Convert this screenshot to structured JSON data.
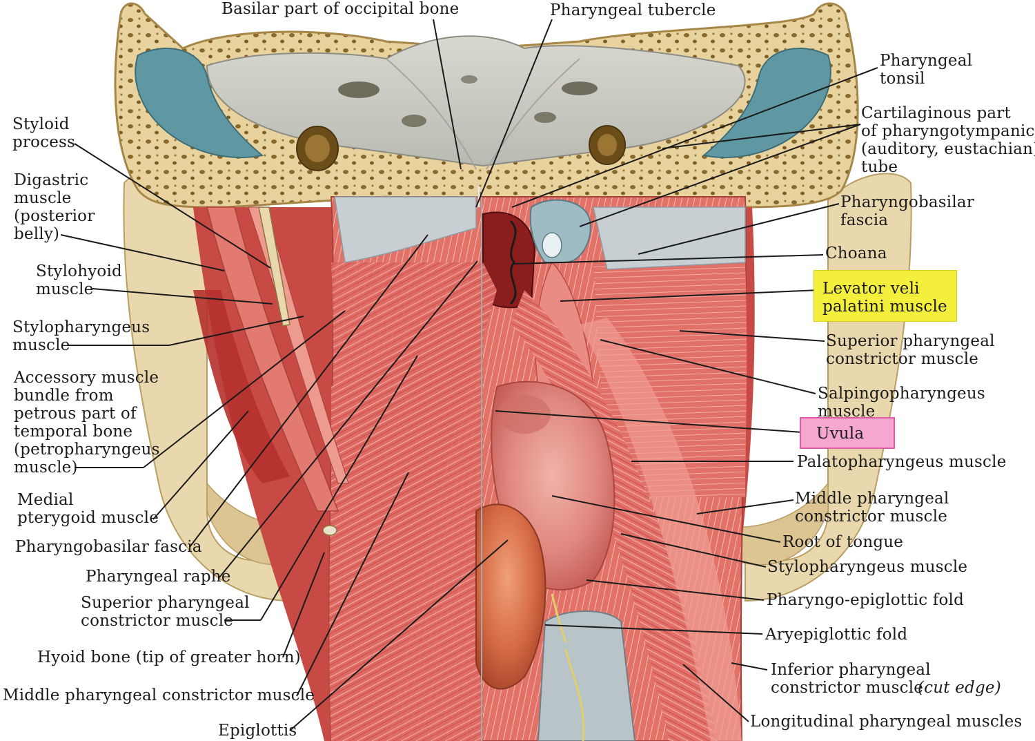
{
  "labels": {
    "basilar": "Basilar part of occipital bone",
    "pharyngeal_tubercle": "Pharyngeal tubercle",
    "styloid": "Styloid\nprocess",
    "digastric": "Digastric\nmuscle\n(posterior\nbelly)",
    "stylohyoid": "Stylohyoid\nmuscle",
    "stylopharyngeus_left": "Stylopharyngeus\nmuscle",
    "accessory": "Accessory muscle\nbundle from\npetrous part of\ntemporal bone\n(petropharyngeus\nmuscle)",
    "medial_pterygoid": "Medial\npterygoid muscle",
    "pharyngobasilar_left": "Pharyngobasilar fascia",
    "pharyngeal_raphe": "Pharyngeal raphe",
    "superior_constrictor_left": "Superior pharyngeal\nconstrictor muscle",
    "hyoid_bone": "Hyoid bone (tip of greater horn)",
    "middle_constrictor_left": "Middle pharyngeal constrictor muscle",
    "epiglottis": "Epiglottis",
    "pharyngeal_tonsil": "Pharyngeal\ntonsil",
    "cartilaginous_tube": "Cartilaginous part\nof pharyngotympanic\n(auditory, eustachian)\ntube",
    "pharyngobasilar_right": "Pharyngobasilar\nfascia",
    "choana": "Choana",
    "levator_veli": "Levator veli\npalatini muscle",
    "superior_constrictor_right": "Superior pharyngeal\nconstrictor muscle",
    "salpingopharyngeus": "Salpingopharyngeus\nmuscle",
    "uvula": "Uvula",
    "palatopharyngeus": "Palatopharyngeus muscle",
    "middle_constrictor_right": "Middle pharyngeal\nconstrictor muscle",
    "root_of_tongue": "Root of tongue",
    "stylopharyngeus_right": "Stylopharyngeus muscle",
    "pharyngo_epiglottic": "Pharyngo-epiglottic fold",
    "aryepiglottic": "Aryepiglottic fold",
    "inferior_constrictor": "Inferior pharyngeal\nconstrictor muscle ",
    "inferior_constrictor_note": "(cut edge)",
    "longitudinal": "Longitudinal pharyngeal muscles"
  },
  "colors": {
    "bone": "#e6cf98",
    "bone_dark": "#c9a869",
    "sinus": "#5f98a3",
    "muscle": "#df6a64",
    "muscle_dark": "#b73e3b",
    "muscle_light": "#ee9d93",
    "fascia": "#c7cfd3",
    "highlight_yellow": "#f4ef3c",
    "highlight_pink": "#f5a7d0"
  }
}
